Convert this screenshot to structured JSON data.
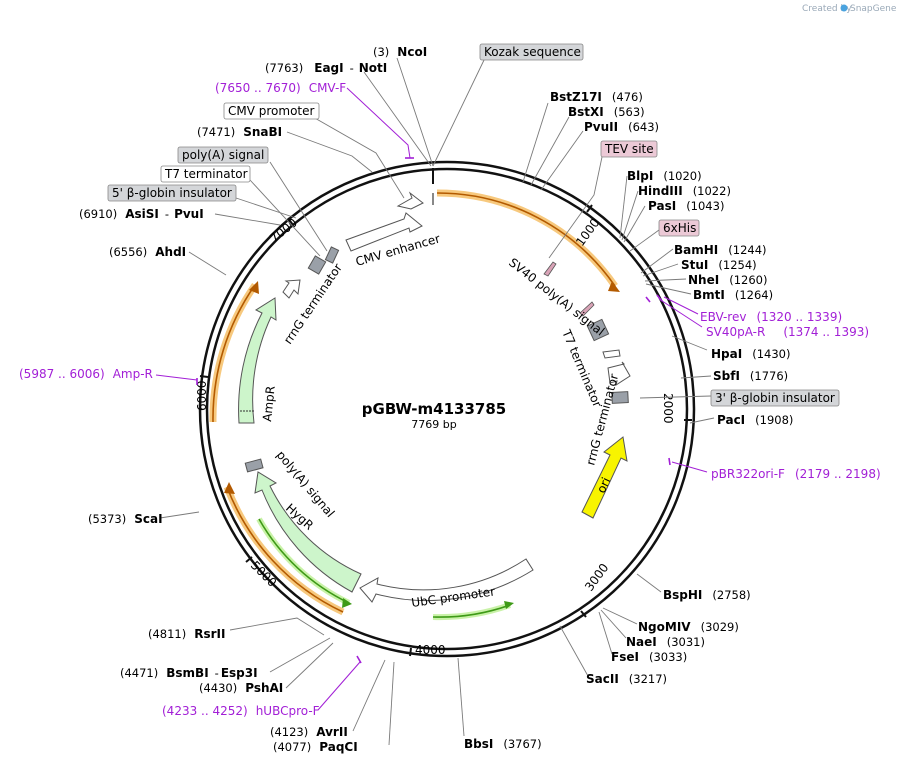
{
  "plasmid": {
    "name": "pGBW-m4133785",
    "length": "7769 bp"
  },
  "branding": {
    "created_by": "Created by",
    "product": "SnapGene"
  },
  "ticks": [
    "1000",
    "2000",
    "3000",
    "4000",
    "5000",
    "6000",
    "7000"
  ],
  "enzymes": {
    "ncoi": {
      "pos": "(3)",
      "name": "NcoI"
    },
    "eagi_noti": {
      "pos": "(7763)",
      "name": "EagI",
      "sep": "-",
      "name2": "NotI"
    },
    "snabi": {
      "pos": "(7471)",
      "name": "SnaBI"
    },
    "asisi_pvui": {
      "pos": "(6910)",
      "name": "AsiSI",
      "sep": "-",
      "name2": "PvuI"
    },
    "ahdi": {
      "pos": "(6556)",
      "name": "AhdI"
    },
    "scai": {
      "pos": "(5373)",
      "name": "ScaI"
    },
    "rsrii": {
      "pos": "(4811)",
      "name": "RsrII"
    },
    "bsmbi_esp3i": {
      "pos": "(4471)",
      "name": "BsmBI",
      "sep": "-",
      "name2": "Esp3I"
    },
    "pshai": {
      "pos": "(4430)",
      "name": "PshAI"
    },
    "avrii": {
      "pos": "(4123)",
      "name": "AvrII"
    },
    "paqci": {
      "pos": "(4077)",
      "name": "PaqCI"
    },
    "bbsi": {
      "name": "BbsI",
      "pos": "(3767)"
    },
    "sacii": {
      "name": "SacII",
      "pos": "(3217)"
    },
    "fsei": {
      "name": "FseI",
      "pos": "(3033)"
    },
    "naei": {
      "name": "NaeI",
      "pos": "(3031)"
    },
    "ngomiv": {
      "name": "NgoMIV",
      "pos": "(3029)"
    },
    "bsphi": {
      "name": "BspHI",
      "pos": "(2758)"
    },
    "paci": {
      "name": "PacI",
      "pos": "(1908)"
    },
    "sbfi": {
      "name": "SbfI",
      "pos": "(1776)"
    },
    "hpai": {
      "name": "HpaI",
      "pos": "(1430)"
    },
    "bmti": {
      "name": "BmtI",
      "pos": "(1264)"
    },
    "nhei": {
      "name": "NheI",
      "pos": "(1260)"
    },
    "stui": {
      "name": "StuI",
      "pos": "(1254)"
    },
    "bamhi": {
      "name": "BamHI",
      "pos": "(1244)"
    },
    "psti": {
      "name": "PasI",
      "pos": "(1043)"
    },
    "hindiii": {
      "name": "HindIII",
      "pos": "(1022)"
    },
    "blpi": {
      "name": "BlpI",
      "pos": "(1020)"
    },
    "pvuii": {
      "name": "PvuII",
      "pos": "(643)"
    },
    "bstxi": {
      "name": "BstXI",
      "pos": "(563)"
    },
    "bstz17i": {
      "name": "BstZ17I",
      "pos": "(476)"
    }
  },
  "primers": {
    "cmvf": {
      "range": "(7650 .. 7670)",
      "name": "CMV-F"
    },
    "ampr": {
      "range": "(5987 .. 6006)",
      "name": "Amp-R"
    },
    "hubc": {
      "range": "(4233 .. 4252)",
      "name": "hUBCpro-F"
    },
    "ebv": {
      "name": "EBV-rev",
      "range": "(1320 .. 1339)"
    },
    "sv40pa": {
      "name": "SV40pA-R",
      "range": "(1374 .. 1393)"
    },
    "pbr322": {
      "name": "pBR322ori-F",
      "range": "(2179 .. 2198)"
    }
  },
  "outer_labels": {
    "kozak": "Kozak sequence",
    "cmv_promoter": "CMV promoter",
    "polya_signal": "poly(A) signal",
    "t7_terminator": "T7 terminator",
    "bglobin_5": "5' β-globin insulator",
    "tev_site": "TEV site",
    "his6": "6xHis",
    "bglobin_3": "3' β-globin insulator"
  },
  "inner_labels": {
    "cmv_enhancer": "CMV enhancer",
    "rrng_terminator_left": "rrnG terminator",
    "ampr": "AmpR",
    "sv40_polya": "SV40 poly(A) signal",
    "t7_terminator_inner": "T7 terminator",
    "rrng_terminator_right": "rrnG terminator",
    "ori": "ori",
    "polya_inner": "poly(A) signal",
    "hygr": "HygR",
    "ubc_promoter": "UbC promoter"
  },
  "colors": {
    "primer": "#a21fd6",
    "orf_highlight": "#f7c97e",
    "orf_line": "#b35a00",
    "amp_fill": "#cdf5cb",
    "ori_fill": "#f8f400",
    "grey_feature": "#9aa0a8",
    "pink_feature": "#d9a3b7",
    "green_orf": "#3e9a17"
  }
}
